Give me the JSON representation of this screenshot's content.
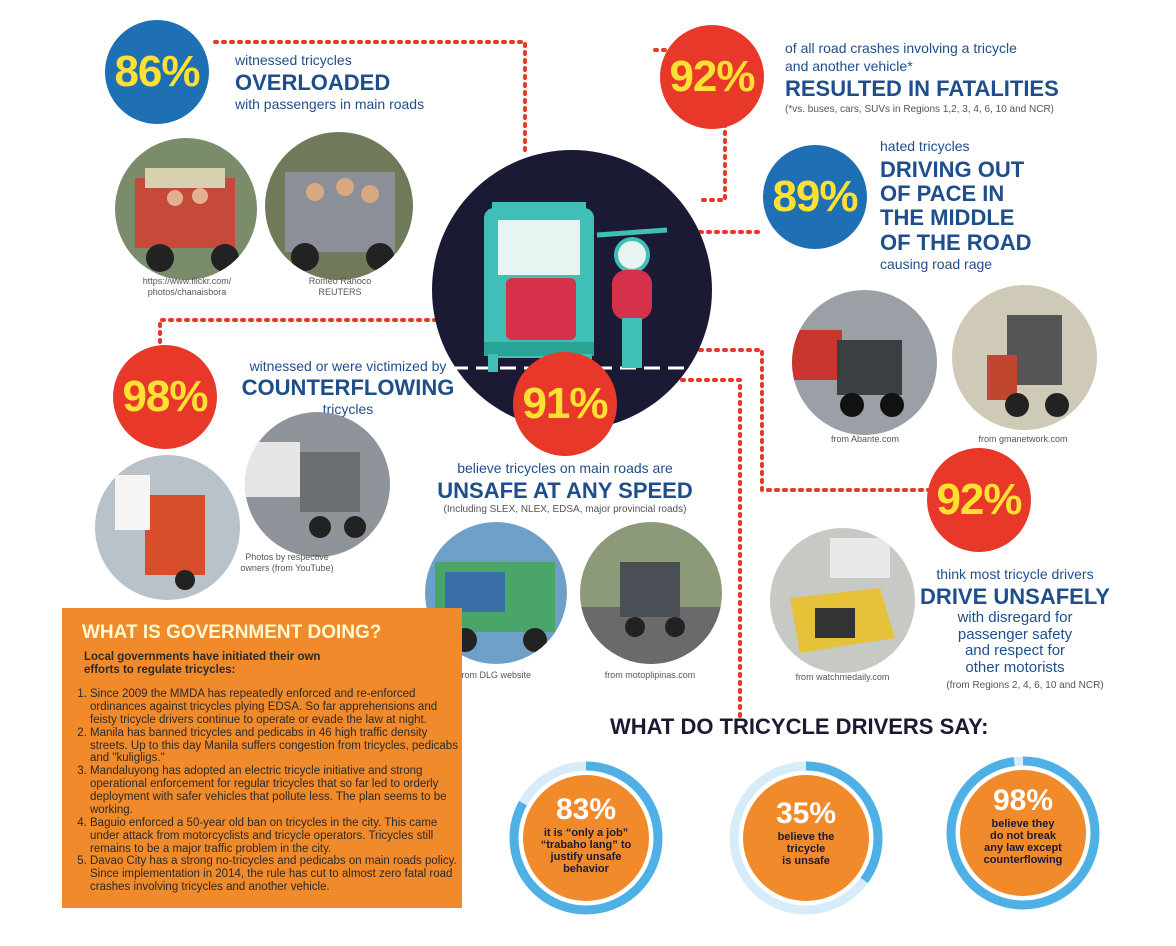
{
  "stats": {
    "overloaded": {
      "pct": "86%",
      "l1": "witnessed tricycles",
      "l2": "OVERLOADED",
      "l3": "with passengers in main roads"
    },
    "fatalities": {
      "pct": "92%",
      "l1": "of all road crashes involving a tricycle",
      "l2": "and another vehicle*",
      "l3": "RESULTED IN FATALITIES",
      "note": "(*vs. buses, cars, SUVs in Regions 1,2, 3, 4, 6, 10 and NCR)"
    },
    "pace": {
      "pct": "89%",
      "l1": "hated tricycles",
      "b1": "DRIVING OUT",
      "b2": "OF PACE IN",
      "b3": "THE MIDDLE",
      "b4": "OF THE ROAD",
      "l2": "causing road rage"
    },
    "counterflow": {
      "pct": "98%",
      "l1": "witnessed or were victimized by",
      "l2": "COUNTERFLOWING",
      "l3": "tricycles"
    },
    "unsafe_speed": {
      "pct": "91%",
      "l1": "believe tricycles on main roads are",
      "l2": "UNSAFE AT ANY SPEED",
      "l3": "(Including SLEX, NLEX, EDSA, major provincial roads)"
    },
    "drive_unsafely": {
      "pct": "92%",
      "l1": "think most tricycle drivers",
      "l2": "DRIVE UNSAFELY",
      "l3": "with disregard for",
      "l4": "passenger safety",
      "l5": "and respect for",
      "l6": "other motorists",
      "note": "(from Regions 2, 4, 6, 10 and NCR)"
    }
  },
  "credits": {
    "flickr1": "https://www.flickr.com/",
    "flickr2": "photos/chanaisbora",
    "reuters1": "Romeo Ranoco",
    "reuters2": "REUTERS",
    "abante": "from Abante.com",
    "gma": "from gmanetwork.com",
    "youtube1": "Photos by respective",
    "youtube2": "owners (from YouTube)",
    "dlg": "from DLG website",
    "moto": "from motoplipinas.com",
    "watch": "from watchmedaily.com"
  },
  "government": {
    "title": "WHAT IS GOVERNMENT DOING?",
    "intro1": "Local governments have initiated their own",
    "intro2": "efforts to regulate tricycles:",
    "items": [
      "Since 2009 the MMDA has repeatedly enforced and re-enforced ordinances against tricycles plying EDSA. So far apprehensions and feisty tricycle drivers continue to operate or evade the law at night.",
      "Manila has banned tricycles and pedicabs in 46 high traffic density streets. Up to this day Manila suffers congestion from tricycles, pedicabs and \"kuligligs.\"",
      "Mandaluyong has adopted an electric tricycle initiative and strong operational enforcement for regular tricycles that so far led to orderly deployment with safer vehicles that pollute less. The plan seems to be working.",
      "Baguio enforced a 50-year old ban on tricycles in the city. This came under attack from motorcyclists and tricycle operators. Tricycles still remains to be a major traffic problem in the city.",
      "Davao City has a strong no-tricycles and pedicabs on main roads policy. Since implementation in 2014, the rule has cut to almost zero fatal road  crashes involving tricycles and another vehicle."
    ]
  },
  "drivers": {
    "title": "WHAT DO TRICYCLE DRIVERS SAY:",
    "items": [
      {
        "pct": "83%",
        "l1": "it is “only a job”",
        "l2": "“trabaho lang” to",
        "l3": "justify unsafe",
        "l4": "behavior",
        "fill": 0.83
      },
      {
        "pct": "35%",
        "l1": "believe the",
        "l2": "tricycle",
        "l3": "is unsafe",
        "l4": "",
        "fill": 0.35
      },
      {
        "pct": "98%",
        "l1": "believe they",
        "l2": "do not break",
        "l3": "any law except",
        "l4": "counterflowing",
        "fill": 0.98
      }
    ]
  },
  "colors": {
    "red": "#e8382a",
    "blue": "#1f6fb5",
    "yellow": "#ffe033",
    "orange": "#f08a2a",
    "navy": "#1b1a35",
    "teal": "#3fbfb5"
  }
}
